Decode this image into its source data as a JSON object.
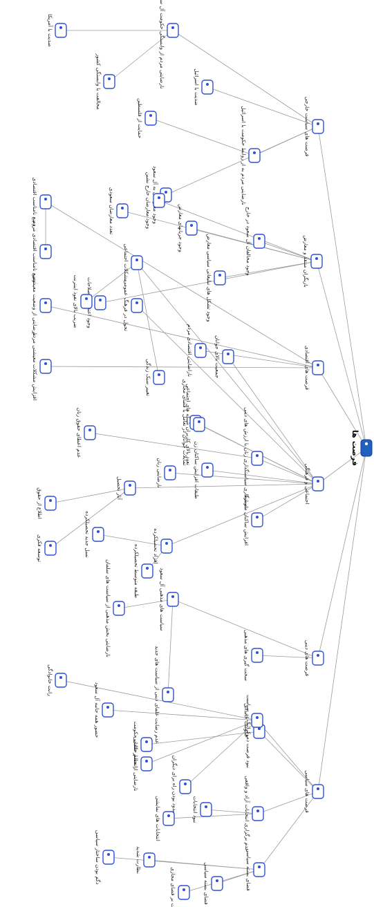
{
  "root": {
    "label": "فرصت ها"
  },
  "nodes": [
    {
      "id": "a",
      "label": "فرصت های سیاست خارجی",
      "parent": "root"
    },
    {
      "id": "a1",
      "label": "نارضایتی مردم از وابستگی حکومت آل سعود به آمریکا",
      "parent": "a"
    },
    {
      "id": "a1a",
      "label": "ضدیت با آمریکا",
      "parent": "a1"
    },
    {
      "id": "a2",
      "label": "مخالفت با وابستگی کشور",
      "parent": "a1"
    },
    {
      "id": "a3",
      "label": "ضدیت با اسرائیل",
      "parent": "a"
    },
    {
      "id": "a4",
      "label": "نارضایتی مردم به از روابط حکومت با اسرائیل",
      "parent": "a"
    },
    {
      "id": "a5",
      "label": "حمایت از فلسطین",
      "parent": "a4"
    },
    {
      "id": "a6",
      "label": "وجود معترضان به آل سعود",
      "parent": "a"
    },
    {
      "id": "b",
      "label": "بازیگران منتقد و معارض",
      "parent": "root"
    },
    {
      "id": "b1",
      "label": "وجود مخالفان آل سعود در خارج",
      "parent": "b"
    },
    {
      "id": "b2",
      "label": "وجود تشکل های تبلیغاتی سیاسی معارض",
      "parent": "b"
    },
    {
      "id": "b3",
      "label": "وجود جریانهای معارض",
      "parent": "b"
    },
    {
      "id": "b4",
      "label": "وجود معارضان خارج نشین",
      "parent": "b"
    },
    {
      "id": "b5",
      "label": "تعدد معارضان سعودی",
      "parent": "b"
    },
    {
      "id": "b6",
      "label": "وجود اعتقاد به اصلاحات",
      "parent": "b"
    },
    {
      "id": "c",
      "label": "فرصت های اقتصادی",
      "parent": "root"
    },
    {
      "id": "c1",
      "label": "وضع نامناسب اقتصادی",
      "parent": "c"
    },
    {
      "id": "c2",
      "label": "وضع نامناسب اقتصادی مردم",
      "parent": "c1"
    },
    {
      "id": "c3",
      "label": "نارضایتی از وضعیت معیشتی",
      "parent": "c"
    },
    {
      "id": "c4",
      "label": "افزایش مشکلات معیشتی مردم",
      "parent": "c"
    },
    {
      "id": "c5",
      "label": "ناراضایتی اقتصادی مردم",
      "parent": "c"
    },
    {
      "id": "d",
      "label": "اجتماعی و فرهنگی",
      "parent": "root"
    },
    {
      "id": "d1",
      "label": "مشکلات اجتماعی",
      "parent": "d"
    },
    {
      "id": "d2",
      "label": "ضریب بالای نفوذ اینترنت",
      "parent": "d1"
    },
    {
      "id": "d3",
      "label": "تغییر سبک زندگی",
      "parent": "d1"
    },
    {
      "id": "d4",
      "label": "تمایلات جوانان در تعامل با فضای مجازی",
      "parent": "d"
    },
    {
      "id": "d5",
      "label": "تحول در فرهنگ عمومی",
      "parent": "d"
    },
    {
      "id": "d6",
      "label": "جمعیت بالای جوانان",
      "parent": "d"
    },
    {
      "id": "d7",
      "label": "تعدد بالای کاربران شبکه های اجتماعی",
      "parent": "d"
    },
    {
      "id": "d8",
      "label": "ناسازگاری سیاستگذاری زنان با ارزش های دینی",
      "parent": "d"
    },
    {
      "id": "d9",
      "label": "عدم اعطای حقوق زنان",
      "parent": "d8"
    },
    {
      "id": "d10",
      "label": "طبقات افزایش ساکنان زن",
      "parent": "d"
    },
    {
      "id": "d11",
      "label": "نارضایتی زنان",
      "parent": "d"
    },
    {
      "id": "d12",
      "label": "آثار تحصیل",
      "parent": "d"
    },
    {
      "id": "d13",
      "label": "افزایش ساکنان متوسط",
      "parent": "d"
    },
    {
      "id": "d14",
      "label": "افراد تحصیلکرده",
      "parent": "d"
    },
    {
      "id": "d15",
      "label": "اطلاع از حقوق",
      "parent": "d12"
    },
    {
      "id": "d16",
      "label": "توسعه فکری",
      "parent": "d12"
    },
    {
      "id": "d17",
      "label": "نسل جدید تحصیلکرده",
      "parent": "d14"
    },
    {
      "id": "d18",
      "label": "طبقه متوسط تحصیلکرده",
      "parent": "d14"
    },
    {
      "id": "e",
      "label": "فرصت های دینی",
      "parent": "root"
    },
    {
      "id": "e1",
      "label": "سیاست های مذهبی آل سعود",
      "parent": "e"
    },
    {
      "id": "e2",
      "label": "نارضایتی بخش مذهبی از سیاست های سلمان",
      "parent": "e1"
    },
    {
      "id": "e3",
      "label": "عدم رضایت علمای دینی از سیاست های جدید",
      "parent": "e1"
    },
    {
      "id": "e4",
      "label": "سخت گیری های مذهبی",
      "parent": "e"
    },
    {
      "id": "f",
      "label": "فرصت های سیاسی",
      "parent": "root"
    },
    {
      "id": "f1",
      "label": "نبود فرصت دموکراتیک در سیاست",
      "parent": "f"
    },
    {
      "id": "f2",
      "label": "انحصار طلبی حکومت",
      "parent": "f1"
    },
    {
      "id": "f3",
      "label": "حکومت خاندانی",
      "parent": "f"
    },
    {
      "id": "f4",
      "label": "حضور همه جانبه آل سعود",
      "parent": "f3"
    },
    {
      "id": "f5",
      "label": "نارضایتی از نظام خاندانی",
      "parent": "f3"
    },
    {
      "id": "f6",
      "label": "رانت خانوادگی",
      "parent": "f3"
    },
    {
      "id": "f7",
      "label": "مسدود بودن راه برای دیگران",
      "parent": "f3"
    },
    {
      "id": "f8",
      "label": "عدم برگزاری انتخابات آزاد و واقعی",
      "parent": "f"
    },
    {
      "id": "f9",
      "label": "نبود انتخابات",
      "parent": "f8"
    },
    {
      "id": "f10",
      "label": "انتخابات های نمایشی",
      "parent": "f8"
    },
    {
      "id": "f11",
      "label": "فضای بسته سیاسی",
      "parent": "f"
    },
    {
      "id": "f12",
      "label": "فضای بسته سیاسی",
      "parent": "f11"
    },
    {
      "id": "f13",
      "label": "نظارت بر فضای مجازی",
      "parent": "f11"
    },
    {
      "id": "f14",
      "label": "نظارت شدید",
      "parent": "f11"
    },
    {
      "id": "f15",
      "label": "دگم بودن ساختار سیاسی",
      "parent": "f11"
    }
  ],
  "colors": {
    "root_fill": "#1f5fbf",
    "root_stroke": "#1a3e8c",
    "node_fill": "#ffffff",
    "node_stroke": "#2e4fd6",
    "node_dot": "#2e4fd6",
    "link": "#9a9a9a"
  },
  "icons": {
    "node": "document-node-icon",
    "root": "root-node-icon"
  }
}
